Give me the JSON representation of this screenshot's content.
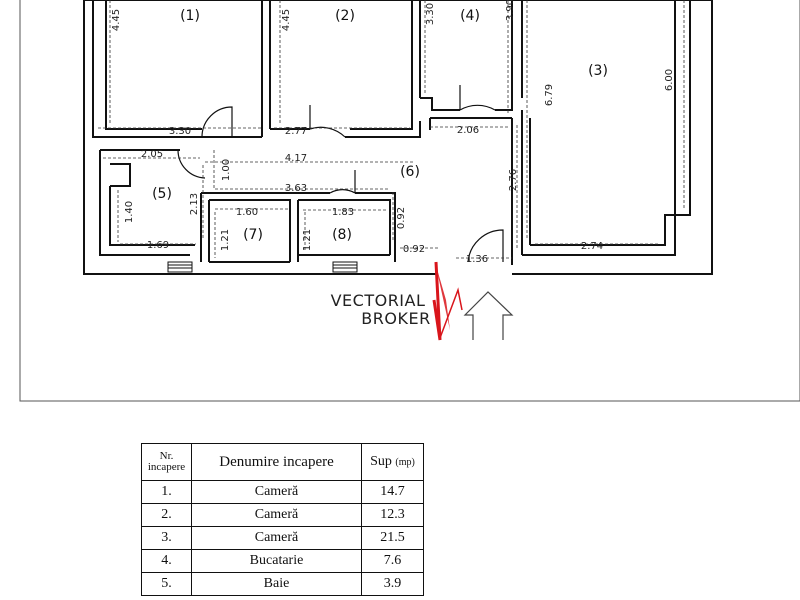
{
  "plan": {
    "rooms": [
      {
        "id": "1",
        "label": "(1)"
      },
      {
        "id": "2",
        "label": "(2)"
      },
      {
        "id": "3",
        "label": "(3)"
      },
      {
        "id": "4",
        "label": "(4)"
      },
      {
        "id": "5",
        "label": "(5)"
      },
      {
        "id": "6",
        "label": "(6)"
      },
      {
        "id": "7",
        "label": "(7)"
      },
      {
        "id": "8",
        "label": "(8)"
      }
    ],
    "dimensions": [
      "4.45",
      "3.30",
      "4.45",
      "2.77",
      "3.30",
      "3.90",
      "2.06",
      "6.79",
      "6.00",
      "2.76",
      "2.74",
      "2.05",
      "4.17",
      "1.00",
      "3.63",
      "2.13",
      "1.40",
      "1.69",
      "1.60",
      "1.21",
      "1.83",
      "1.21",
      "0.92",
      "0.92",
      "1.36"
    ],
    "watermark": {
      "line1": "VECTORIAL",
      "line2": "BROKER"
    }
  },
  "table": {
    "headers": {
      "nr_line1": "Nr.",
      "nr_line2": "incapere",
      "name": "Denumire incapere",
      "sup": "Sup",
      "sup_unit": "(mp)"
    },
    "rows": [
      {
        "nr": "1.",
        "name": "Cameră",
        "sup": "14.7"
      },
      {
        "nr": "2.",
        "name": "Cameră",
        "sup": "12.3"
      },
      {
        "nr": "3.",
        "name": "Cameră",
        "sup": "21.5"
      },
      {
        "nr": "4.",
        "name": "Bucatarie",
        "sup": "7.6"
      },
      {
        "nr": "5.",
        "name": "Baie",
        "sup": "3.9"
      }
    ]
  }
}
